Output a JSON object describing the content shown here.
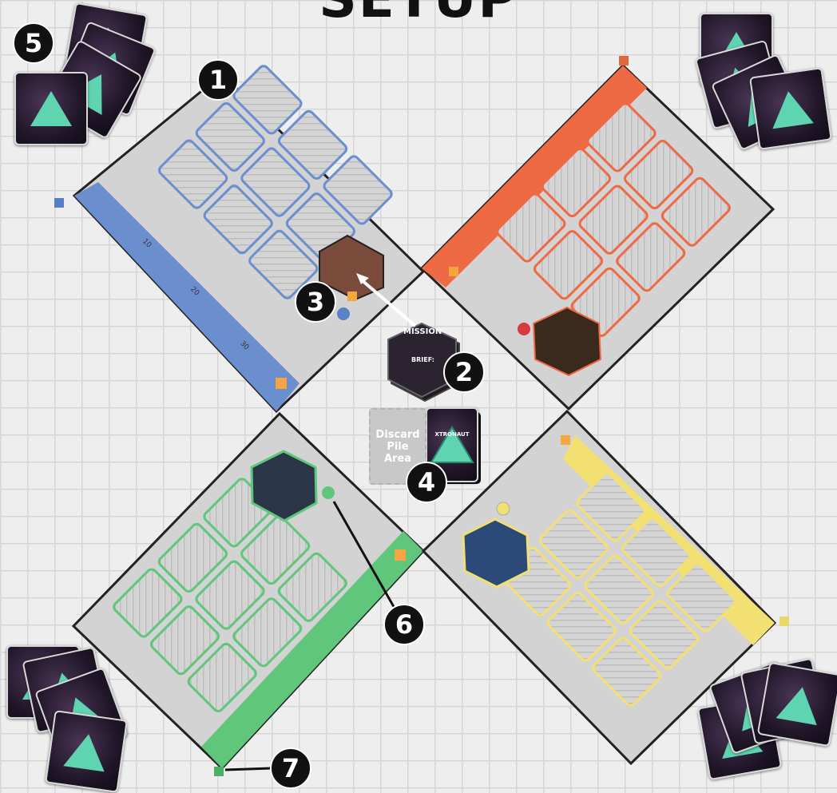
{
  "title": "SETUP",
  "markers": [
    "1",
    "2",
    "3",
    "4",
    "5",
    "6",
    "7"
  ],
  "discard": {
    "line1": "Discard",
    "line2": "Pile",
    "line3": "Area"
  },
  "mission": {
    "title": "MISSION",
    "brief": "BRIEF:"
  },
  "deck_logo": "XTRONAUT",
  "track_numbers": [
    "10",
    "20",
    "30"
  ],
  "colors": {
    "blue": "#6b8fce",
    "orange": "#ee6a44",
    "green": "#5fc67c",
    "yellow": "#f2e072",
    "board": "#d2d2d2",
    "ink": "#111111"
  }
}
